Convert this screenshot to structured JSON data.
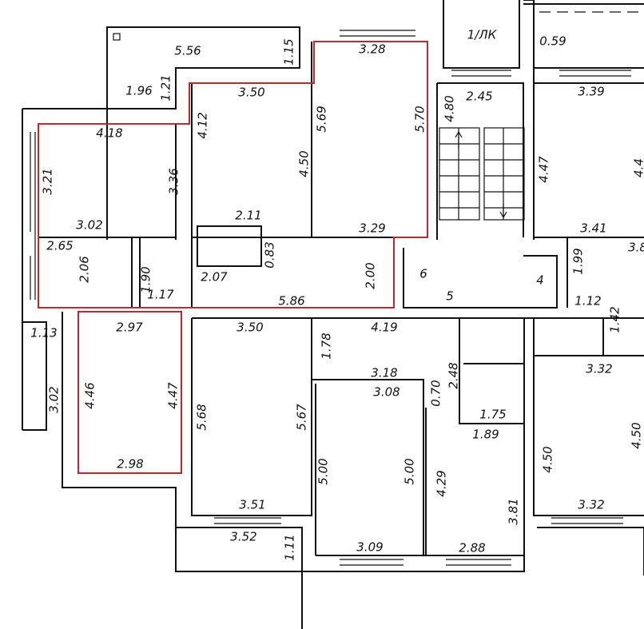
{
  "diagram": {
    "type": "floor-plan",
    "highlight_color": "#c0282d",
    "line_color": "#111111",
    "stair_label": "1/ЛК",
    "labels": [
      "5.56",
      "1.15",
      "1.96",
      "1.21",
      "3.50",
      "3.28",
      "1/ЛК",
      "0.59",
      "3.39",
      "2.45",
      "4.80",
      "4.12",
      "5.69",
      "5.70",
      "4.18",
      "3.21",
      "3.36",
      "4.50",
      "4.47",
      "4.4",
      "3.02",
      "2.11",
      "3.29",
      "3.41",
      "2.65",
      "2.06",
      "1.90",
      "2.07",
      "0.83",
      "2.00",
      "6",
      "4",
      "1.99",
      "3.8",
      "1.17",
      "5.86",
      "5",
      "1.12",
      "1.42",
      "2.97",
      "3.50",
      "4.19",
      "1.13",
      "1.78",
      "2.48",
      "3.32",
      "3.18",
      "3.08",
      "0.70",
      "4.46",
      "4.47",
      "3.02",
      "5.68",
      "5.67",
      "1.75",
      "1.89",
      "5.00",
      "5.00",
      "4.29",
      "4.50",
      "4.50",
      "2.98",
      "3.51",
      "3.32",
      "3.81",
      "3.52",
      "1.11",
      "3.09",
      "2.88"
    ]
  }
}
